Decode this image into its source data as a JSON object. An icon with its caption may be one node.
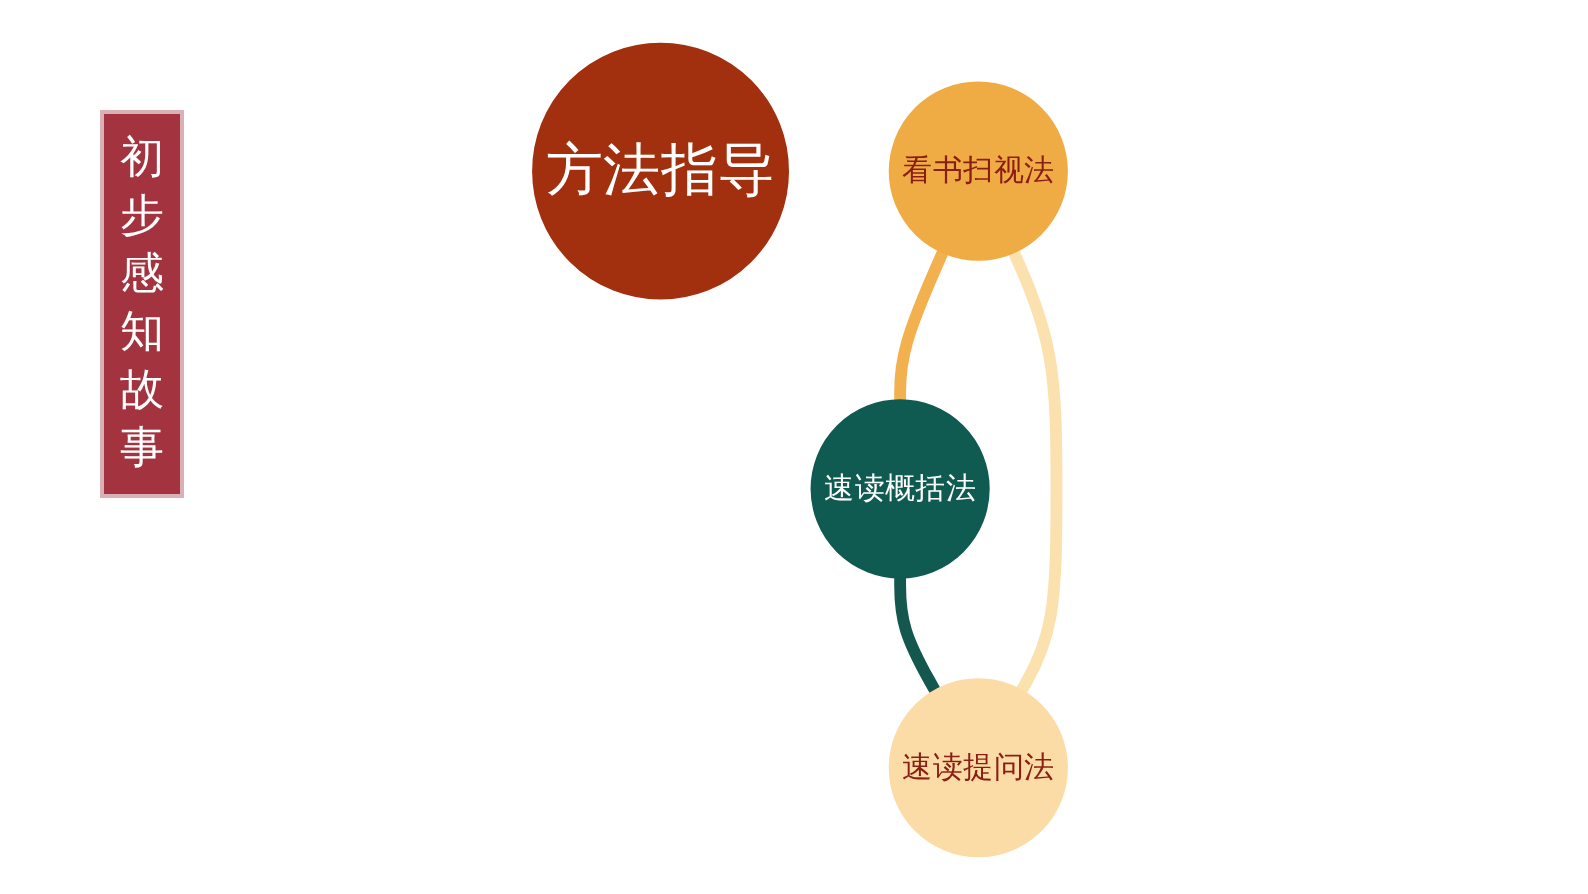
{
  "diagram": {
    "nodes": [
      {
        "text": [
          "方法指导"
        ]
      },
      {
        "text": [
          "看书扫视法"
        ]
      },
      {
        "text": [
          "速读概括法"
        ]
      },
      {
        "text": [
          "速读提问法"
        ]
      }
    ],
    "edges": [
      {
        "from": 1,
        "to": 2,
        "arrow": "none",
        "color": "#f2b14e"
      },
      {
        "from": 2,
        "to": 3,
        "arrow": "none",
        "color": "#14574f"
      },
      {
        "from": 3,
        "to": 1,
        "arrow": "none",
        "color": "#fbe1ad"
      }
    ],
    "labels": [
      "初步感知故事"
    ]
  }
}
